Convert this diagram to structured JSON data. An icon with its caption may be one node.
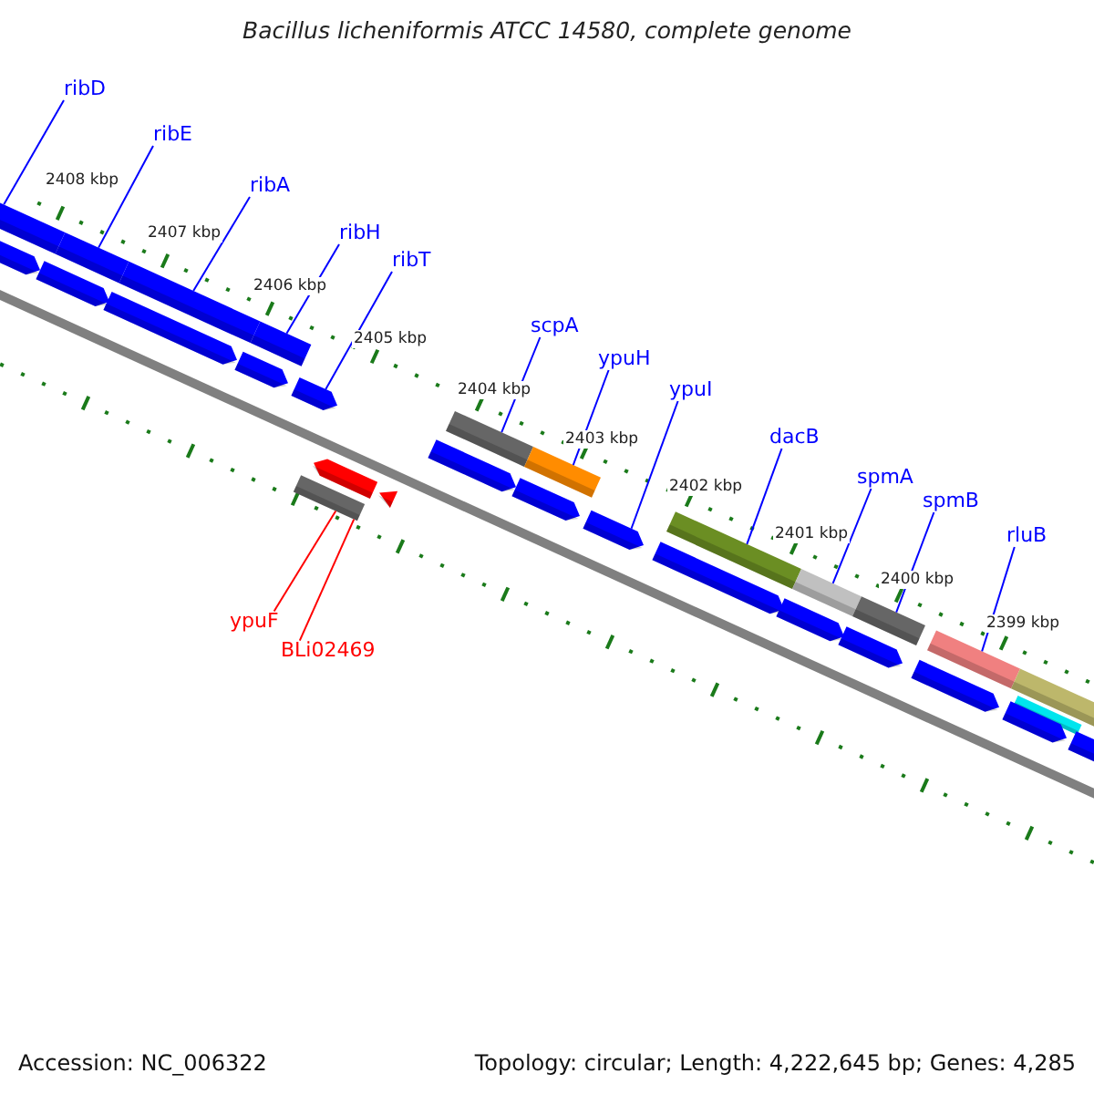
{
  "diagram": {
    "title": "Bacillus licheniformis ATCC 14580, complete genome",
    "nodes": [
      {
        "text": [
          "ribD"
        ]
      },
      {
        "text": [
          "ribE"
        ]
      },
      {
        "text": [
          "ribA"
        ]
      },
      {
        "text": [
          "ribH"
        ]
      },
      {
        "text": [
          "ribT"
        ]
      },
      {
        "text": [
          "scpA"
        ]
      },
      {
        "text": [
          "ypuH"
        ]
      },
      {
        "text": [
          "ypuI"
        ]
      },
      {
        "text": [
          "dacB"
        ]
      },
      {
        "text": [
          "spmA"
        ]
      },
      {
        "text": [
          "spmB"
        ]
      },
      {
        "text": [
          "rluB"
        ]
      },
      {
        "text": [
          "ypuF"
        ]
      },
      {
        "text": [
          "BLi02469"
        ]
      },
      {
        "text": [],
        "shape": "bar"
      },
      {
        "text": [],
        "shape": "bar"
      },
      {
        "text": [],
        "shape": "bar"
      },
      {
        "text": [],
        "shape": "bar"
      },
      {
        "text": [],
        "shape": "pentagon"
      },
      {
        "text": [],
        "shape": "pentagon"
      },
      {
        "text": [],
        "shape": "pentagon"
      },
      {
        "text": [],
        "shape": "pentagon"
      },
      {
        "text": [],
        "shape": "pentagon"
      },
      {
        "text": [],
        "shape": "bar"
      },
      {
        "text": [],
        "shape": "pentagon"
      },
      {
        "text": [],
        "shape": "triangle"
      },
      {
        "text": [],
        "shape": "bar"
      },
      {
        "text": [],
        "shape": "bar"
      },
      {
        "text": [],
        "shape": "pentagon"
      },
      {
        "text": [],
        "shape": "pentagon"
      },
      {
        "text": [],
        "shape": "pentagon"
      },
      {
        "text": [],
        "shape": "bar"
      },
      {
        "text": [],
        "shape": "bar"
      },
      {
        "text": [],
        "shape": "bar"
      },
      {
        "text": [],
        "shape": "pentagon"
      },
      {
        "text": [],
        "shape": "pentagon"
      },
      {
        "text": [],
        "shape": "pentagon"
      },
      {
        "text": [],
        "shape": "bar"
      },
      {
        "text": [],
        "shape": "bar"
      },
      {
        "text": [],
        "shape": "bar"
      },
      {
        "text": [],
        "shape": "pentagon"
      },
      {
        "text": [],
        "shape": "pentagon"
      },
      {
        "text": [],
        "shape": "pentagon"
      }
    ],
    "edges": [
      {
        "from": 0,
        "to": 14,
        "arrow": "none"
      },
      {
        "from": 1,
        "to": 15,
        "arrow": "none"
      },
      {
        "from": 2,
        "to": 16,
        "arrow": "none"
      },
      {
        "from": 3,
        "to": 17,
        "arrow": "none"
      },
      {
        "from": 4,
        "to": 22,
        "arrow": "none"
      },
      {
        "from": 5,
        "to": 26,
        "arrow": "none"
      },
      {
        "from": 6,
        "to": 27,
        "arrow": "none"
      },
      {
        "from": 7,
        "to": 30,
        "arrow": "none"
      },
      {
        "from": 8,
        "to": 31,
        "arrow": "none"
      },
      {
        "from": 9,
        "to": 32,
        "arrow": "none"
      },
      {
        "from": 10,
        "to": 33,
        "arrow": "none"
      },
      {
        "from": 11,
        "to": 37,
        "arrow": "none"
      },
      {
        "from": 12,
        "to": 23,
        "arrow": "none",
        "color": "#ff0000"
      },
      {
        "from": 13,
        "to": 23,
        "arrow": "none",
        "color": "#ff0000"
      }
    ],
    "labels": [
      "2408 kbp",
      "2407 kbp",
      "2406 kbp",
      "2405 kbp",
      "2404 kbp",
      "2403 kbp",
      "2402 kbp",
      "2401 kbp",
      "2400 kbp",
      "2399 kbp",
      "Accession: NC_006322",
      "Topology: circular; Length: 4,222,645 bp; Genes: 4,285"
    ]
  }
}
